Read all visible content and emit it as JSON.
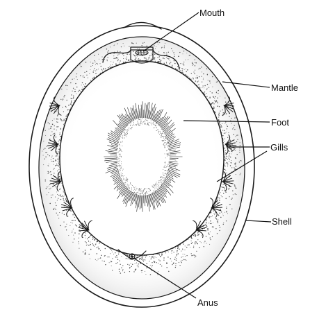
{
  "diagram": {
    "labels": {
      "mouth": "Mouth",
      "mantle": "Mantle",
      "foot": "Foot",
      "gills": "Gills",
      "shell": "Shell",
      "anus": "Anus"
    },
    "colors": {
      "ink": "#1a1a1a",
      "stipple": "#555555",
      "background": "#ffffff"
    }
  }
}
